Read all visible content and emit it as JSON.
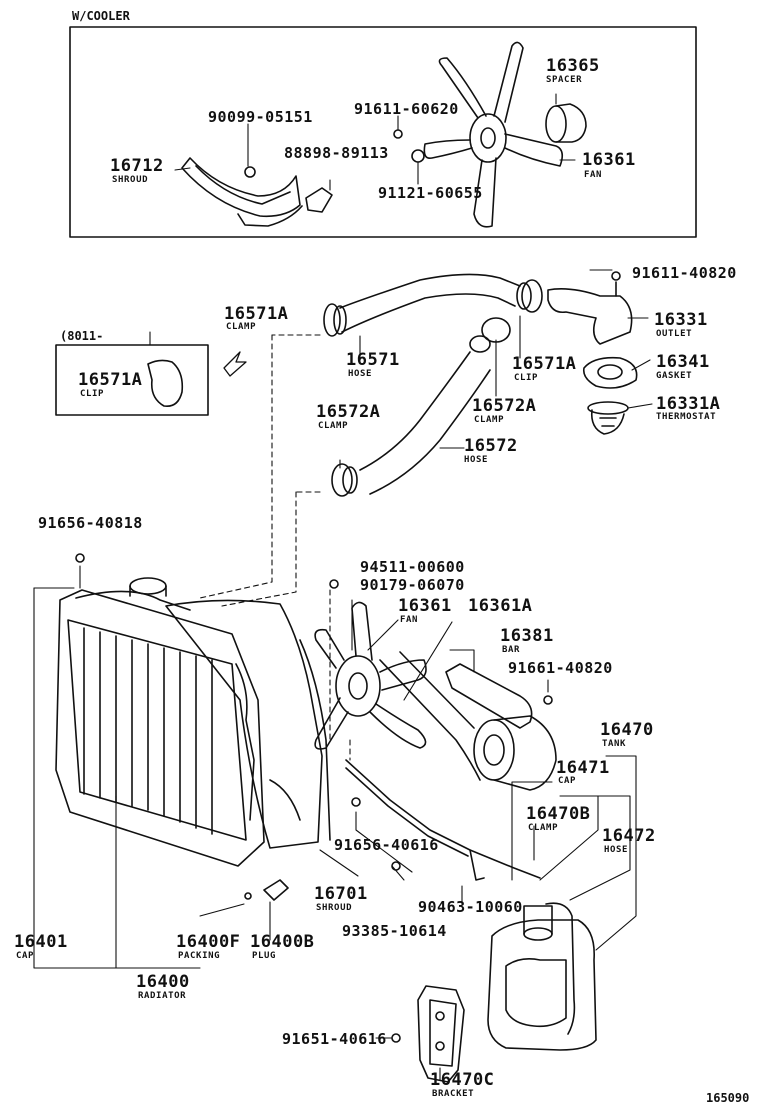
{
  "header": {
    "cooler_box_label": "W/COOLER",
    "clip_box_label": "(8011-",
    "diagram_code": "165090"
  },
  "labels": {
    "spacer_pn": "16365",
    "spacer_nm": "SPACER",
    "bolt_a_pn": "91611-60620",
    "bolt_b_pn": "90099-05151",
    "bolt_c_pn": "88898-89113",
    "fan_cooler_pn": "16361",
    "fan_cooler_nm": "FAN",
    "shroud_cooler_pn": "16712",
    "shroud_cooler_nm": "SHROUD",
    "bolt_d_pn": "91121-60655",
    "bolt_e_pn": "91611-40820",
    "clamp_a_pn": "16571A",
    "clamp_a_nm": "CLAMP",
    "outlet_pn": "16331",
    "outlet_nm": "OUTLET",
    "hose_upper_pn": "16571",
    "hose_upper_nm": "HOSE",
    "clip_b_pn": "16571A",
    "clip_b_nm": "CLIP",
    "gasket_pn": "16341",
    "gasket_nm": "GASKET",
    "clip_box_pn": "16571A",
    "clip_box_nm": "CLIP",
    "thermostat_pn": "16331A",
    "thermostat_nm": "THERMOSTAT",
    "clamp_b_pn": "16572A",
    "clamp_b_nm": "CLAMP",
    "clamp_c_pn": "16572A",
    "clamp_c_nm": "CLAMP",
    "hose_lower_pn": "16572",
    "hose_lower_nm": "HOSE",
    "bolt_f_pn": "91656-40818",
    "bolt_g_pn": "94511-00600",
    "bolt_h_pn": "90179-06070",
    "fan_main_pn": "16361",
    "fan_main_nm": "FAN",
    "fan_alt_pn": "16361A",
    "bar_pn": "16381",
    "bar_nm": "BAR",
    "bolt_i_pn": "91661-40820",
    "tank_pn": "16470",
    "tank_nm": "TANK",
    "tank_cap_pn": "16471",
    "tank_cap_nm": "CAP",
    "clamp_d_pn": "16470B",
    "clamp_d_nm": "CLAMP",
    "hose_res_pn": "16472",
    "hose_res_nm": "HOSE",
    "bolt_j_pn": "91656-40616",
    "shroud_main_pn": "16701",
    "shroud_main_nm": "SHROUD",
    "bolt_k_pn": "90463-10060",
    "rad_cap_pn": "16401",
    "rad_cap_nm": "CAP",
    "packing_pn": "16400F",
    "packing_nm": "PACKING",
    "plug_pn": "16400B",
    "plug_nm": "PLUG",
    "screw_pn": "93385-10614",
    "radiator_pn": "16400",
    "radiator_nm": "RADIATOR",
    "bolt_l_pn": "91651-40616",
    "bracket_pn": "16470C",
    "bracket_nm": "BRACKET"
  }
}
